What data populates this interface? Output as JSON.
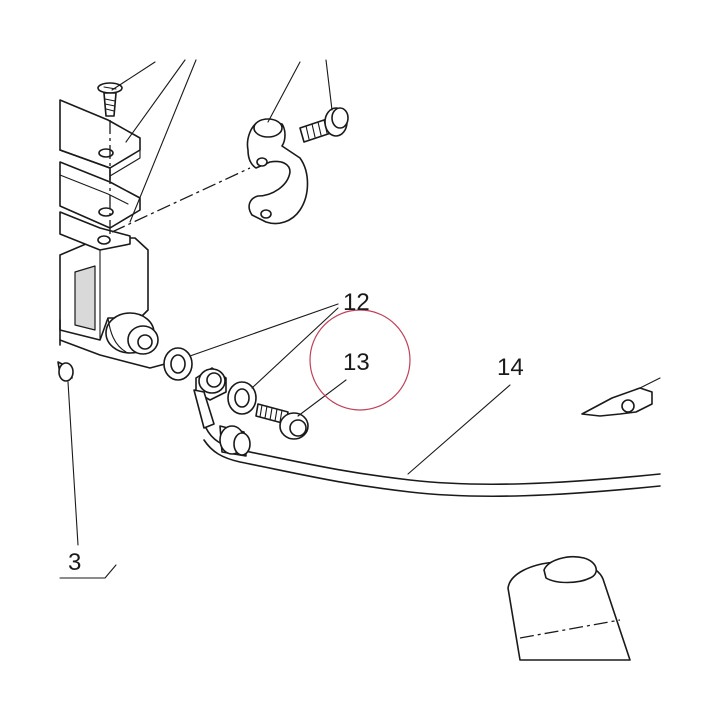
{
  "callouts": {
    "c12": "12",
    "c13": "13",
    "c14": "14",
    "c3": "3"
  },
  "colors": {
    "ink": "#1a1a1a",
    "highlight_circle": "#c0405a",
    "shade": "#d9d9d9",
    "background": "#ffffff"
  }
}
